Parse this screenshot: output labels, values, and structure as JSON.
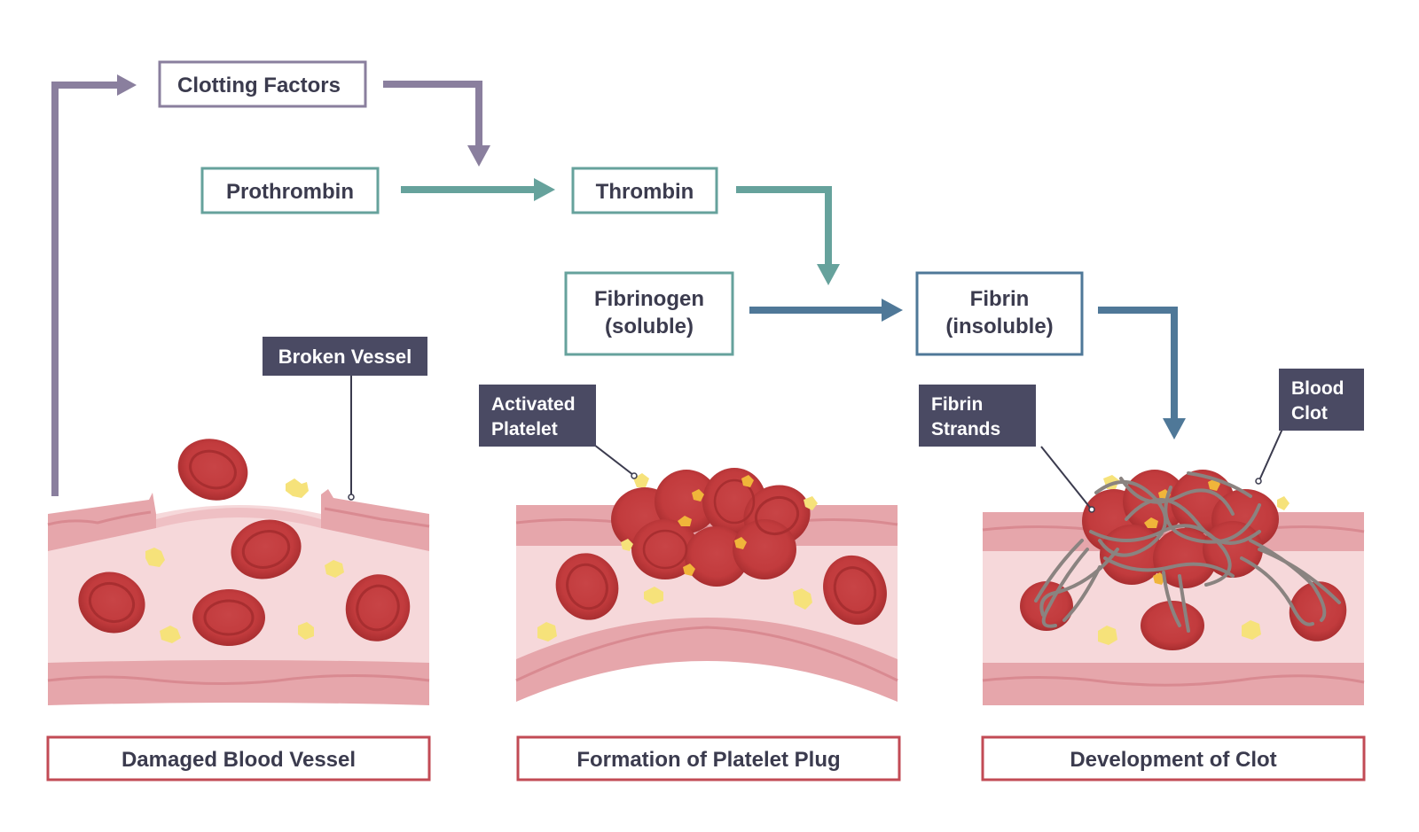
{
  "flow": {
    "clotting_factors": "Clotting Factors",
    "prothrombin": "Prothrombin",
    "thrombin": "Thrombin",
    "fibrinogen": [
      "Fibrinogen",
      "(soluble)"
    ],
    "fibrin": [
      "Fibrin",
      "(insoluble)"
    ]
  },
  "labels": {
    "broken_vessel": "Broken Vessel",
    "activated_platelet": [
      "Activated",
      "Platelet"
    ],
    "fibrin_strands": [
      "Fibrin",
      "Strands"
    ],
    "blood_clot": [
      "Blood",
      "Clot"
    ]
  },
  "captions": {
    "stage1": "Damaged Blood Vessel",
    "stage2": "Formation of Platelet Plug",
    "stage3": "Development of Clot"
  },
  "colors": {
    "purple": "#8a7f9e",
    "teal": "#66a29c",
    "blue": "#4f7898",
    "dark_label": "#4a4a63",
    "caption_border": "#c24b55",
    "cell": "#c0393b",
    "cell_dark": "#a82e30",
    "platelet": "#f6e27a",
    "vessel_wall": "#e6a6ab",
    "vessel_inner": "#f6d8da",
    "fibrin": "#8a8380"
  }
}
